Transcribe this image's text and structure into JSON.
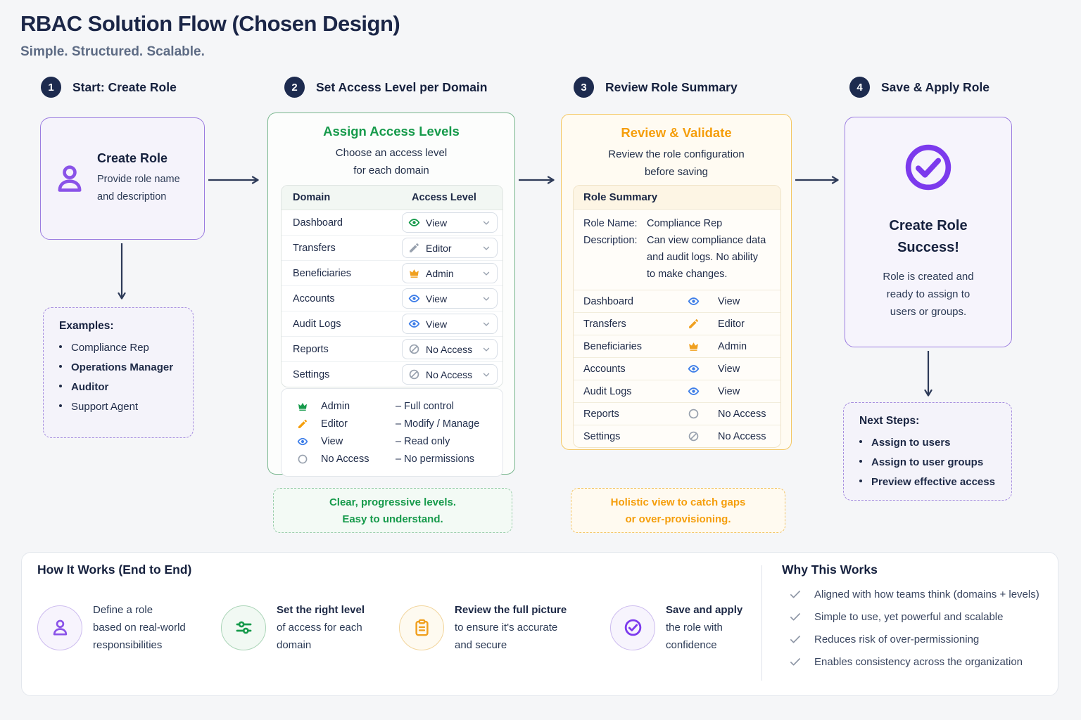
{
  "page": {
    "title": "RBAC Solution Flow (Chosen Design)",
    "subtitle": "Simple. Structured. Scalable."
  },
  "steps": [
    {
      "num": "1",
      "label": "Start: Create Role"
    },
    {
      "num": "2",
      "label": "Set Access Level per Domain"
    },
    {
      "num": "3",
      "label": "Review Role Summary"
    },
    {
      "num": "4",
      "label": "Save & Apply Role"
    }
  ],
  "create_card": {
    "icon": "person-icon",
    "title": "Create Role",
    "desc_lines": [
      "Provide role name",
      "and description"
    ]
  },
  "examples": {
    "heading": "Examples:",
    "items": [
      {
        "label": "Compliance Rep",
        "bold": false
      },
      {
        "label": "Operations Manager",
        "bold": true
      },
      {
        "label": "Auditor",
        "bold": true
      },
      {
        "label": "Support Agent",
        "bold": false
      }
    ]
  },
  "assign_card": {
    "title": "Assign Access Levels",
    "subtitle_lines": [
      "Choose an access level",
      "for each domain"
    ],
    "table": {
      "col_domain": "Domain",
      "col_access": "Access Level",
      "rows": [
        {
          "domain": "Dashboard",
          "level": "View",
          "icon": "eye-icon",
          "icon_color": "#169a4b"
        },
        {
          "domain": "Transfers",
          "level": "Editor",
          "icon": "pencil-icon",
          "icon_color": "#98a1ae"
        },
        {
          "domain": "Beneficiaries",
          "level": "Admin",
          "icon": "crown-icon",
          "icon_color": "#f0a01f"
        },
        {
          "domain": "Accounts",
          "level": "View",
          "icon": "eye-icon",
          "icon_color": "#3e7ee8"
        },
        {
          "domain": "Audit Logs",
          "level": "View",
          "icon": "eye-icon",
          "icon_color": "#3e7ee8"
        },
        {
          "domain": "Reports",
          "level": "No Access",
          "icon": "no-access-icon",
          "icon_color": "#98a1ae"
        },
        {
          "domain": "Settings",
          "level": "No Access",
          "icon": "no-access-icon",
          "icon_color": "#98a1ae"
        }
      ]
    },
    "legend": [
      {
        "icon": "crown-icon",
        "icon_color": "#169a4b",
        "name": "Admin",
        "desc": "– Full control"
      },
      {
        "icon": "pencil-icon",
        "icon_color": "#f59e0b",
        "name": "Editor",
        "desc": "– Modify / Manage"
      },
      {
        "icon": "eye-icon",
        "icon_color": "#3e7ee8",
        "name": "View",
        "desc": "– Read only"
      },
      {
        "icon": "circle-icon",
        "icon_color": "#98a1ae",
        "name": "No Access",
        "desc": "– No permissions"
      }
    ]
  },
  "assign_callout": {
    "lines": [
      "Clear, progressive levels.",
      "Easy to understand."
    ]
  },
  "review_card": {
    "title": "Review & Validate",
    "subtitle_lines": [
      "Review the role configuration",
      "before saving"
    ],
    "summary": {
      "heading": "Role Summary",
      "role_name_label": "Role Name:",
      "role_name": "Compliance Rep",
      "description_label": "Description:",
      "description_lines": [
        "Can view compliance data",
        "and audit logs. No ability",
        "to make changes."
      ],
      "rows": [
        {
          "domain": "Dashboard",
          "level": "View",
          "icon": "eye-icon",
          "icon_color": "#3e7ee8"
        },
        {
          "domain": "Transfers",
          "level": "Editor",
          "icon": "pencil-icon",
          "icon_color": "#f0a01f"
        },
        {
          "domain": "Beneficiaries",
          "level": "Admin",
          "icon": "crown-icon",
          "icon_color": "#f0a01f"
        },
        {
          "domain": "Accounts",
          "level": "View",
          "icon": "eye-icon",
          "icon_color": "#3e7ee8"
        },
        {
          "domain": "Audit Logs",
          "level": "View",
          "icon": "eye-icon",
          "icon_color": "#3e7ee8"
        },
        {
          "domain": "Reports",
          "level": "No Access",
          "icon": "circle-icon",
          "icon_color": "#98a1ae"
        },
        {
          "domain": "Settings",
          "level": "No Access",
          "icon": "no-access-icon",
          "icon_color": "#98a1ae"
        }
      ]
    }
  },
  "review_callout": {
    "lines": [
      "Holistic view to catch gaps",
      "or over-provisioning."
    ]
  },
  "success_card": {
    "icon": "check-circle-icon",
    "title_lines": [
      "Create Role",
      "Success!"
    ],
    "desc_lines": [
      "Role is created and",
      "ready to assign to",
      "users or groups."
    ]
  },
  "next_steps": {
    "heading": "Next Steps:",
    "items": [
      {
        "label": "Assign to users",
        "bold": true
      },
      {
        "label": "Assign to user groups",
        "bold": true
      },
      {
        "label": "Preview effective access",
        "bold": true
      }
    ]
  },
  "how_it_works": {
    "heading": "How It Works (End to End)",
    "items": [
      {
        "icon": "person-icon",
        "icon_color": "#8a53e8",
        "circle_bg": "#f7f4fd",
        "circle_border": "#cdbcef",
        "lines": [
          "Define a role",
          "based on real-world",
          "responsibilities"
        ],
        "first_bold": false
      },
      {
        "icon": "sliders-icon",
        "icon_color": "#169a4b",
        "circle_bg": "#f1f9f3",
        "circle_border": "#abd5b8",
        "lines": [
          "Set the right level",
          "of access for each",
          "domain"
        ],
        "first_bold": true
      },
      {
        "icon": "clipboard-icon",
        "icon_color": "#f0a01f",
        "circle_bg": "#fefaf0",
        "circle_border": "#f2d59c",
        "lines": [
          "Review the full picture",
          "to ensure it's accurate",
          "and secure"
        ],
        "first_bold": true
      },
      {
        "icon": "check-circle-icon",
        "icon_color": "#7c3aed",
        "circle_bg": "#f7f4fd",
        "circle_border": "#cdbcef",
        "lines": [
          "Save and apply",
          "the role with",
          "confidence"
        ],
        "first_bold": true
      }
    ]
  },
  "why_this_works": {
    "heading": "Why This Works",
    "items": [
      "Aligned with how teams think (domains + levels)",
      "Simple to use, yet powerful and scalable",
      "Reduces risk of over-permissioning",
      "Enables consistency across the organization"
    ]
  },
  "colors": {
    "navy": "#1d2b4f",
    "purple": "#7c3aed",
    "person_purple": "#8a53e8",
    "green": "#169a4b",
    "orange": "#f59e0b",
    "amber": "#f0a01f",
    "blue": "#3e7ee8",
    "gray": "#98a1ae",
    "arrow": "#2d3a58",
    "check_gray": "#8a93a3"
  }
}
